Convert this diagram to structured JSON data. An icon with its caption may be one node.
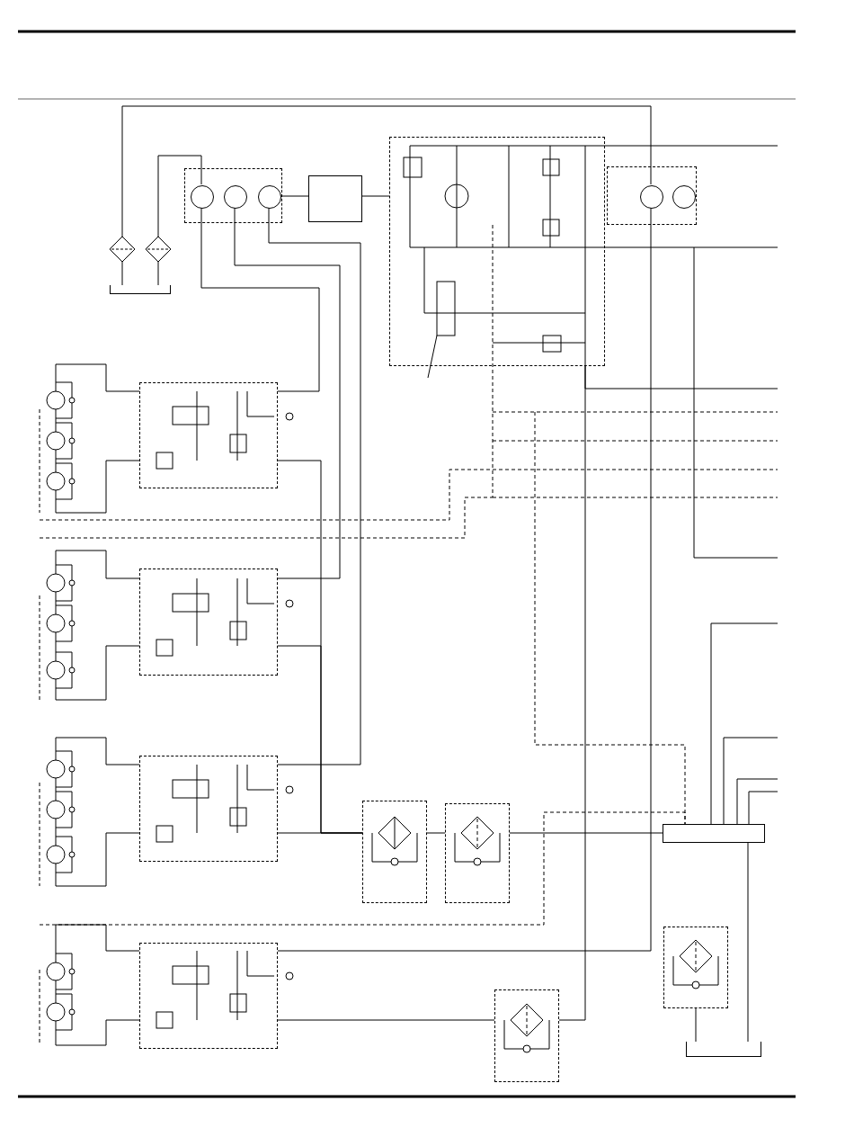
{
  "diagram": {
    "nodes": [
      {
        "text": [],
        "shape": "box"
      },
      {
        "text": [],
        "shape": "circle",
        "in": 0
      },
      {
        "text": [],
        "shape": "circle",
        "in": 0
      },
      {
        "text": [],
        "shape": "circle",
        "in": 0
      },
      {
        "text": [],
        "shape": "box"
      },
      {
        "text": [],
        "shape": "box"
      },
      {
        "text": [],
        "shape": "box"
      },
      {
        "text": [],
        "shape": "circle",
        "in": 6
      },
      {
        "text": [],
        "shape": "circle",
        "in": 6
      },
      {
        "text": [],
        "shape": "box"
      },
      {
        "text": [],
        "shape": "box"
      },
      {
        "text": [],
        "shape": "box"
      },
      {
        "text": [],
        "shape": "box"
      },
      {
        "text": [],
        "shape": "box"
      },
      {
        "text": [],
        "shape": "box"
      },
      {
        "text": [],
        "shape": "box"
      },
      {
        "text": [],
        "shape": "bar"
      },
      {
        "text": [],
        "shape": "box"
      },
      {
        "text": [],
        "shape": "diamond"
      },
      {
        "text": [],
        "shape": "diamond"
      },
      {
        "text": [],
        "shape": "box"
      },
      {
        "text": [],
        "shape": "box"
      }
    ],
    "edges": [
      {
        "from": 1,
        "to": 9,
        "arrow": "none"
      },
      {
        "from": 2,
        "to": 10,
        "arrow": "none"
      },
      {
        "from": 3,
        "to": 11,
        "arrow": "none"
      },
      {
        "from": 9,
        "to": 13,
        "arrow": "none"
      },
      {
        "from": 10,
        "to": 13,
        "arrow": "none"
      },
      {
        "from": 11,
        "to": 13,
        "arrow": "none"
      },
      {
        "from": 13,
        "to": 14,
        "arrow": "none"
      },
      {
        "from": 14,
        "to": 16,
        "arrow": "none"
      },
      {
        "from": 12,
        "to": 15,
        "arrow": "none"
      },
      {
        "from": 15,
        "to": 5,
        "arrow": "none"
      },
      {
        "from": 18,
        "to": 7,
        "arrow": "none"
      },
      {
        "from": 7,
        "to": 12,
        "arrow": "none"
      },
      {
        "from": 19,
        "to": 1,
        "arrow": "none"
      },
      {
        "from": 3,
        "to": 4,
        "arrow": "none"
      },
      {
        "from": 4,
        "to": 5,
        "arrow": "none"
      },
      {
        "from": 18,
        "to": 20,
        "arrow": "none"
      },
      {
        "from": 19,
        "to": 20,
        "arrow": "none"
      },
      {
        "from": 17,
        "to": 21,
        "arrow": "none"
      },
      {
        "from": 16,
        "to": 21,
        "arrow": "none"
      }
    ]
  }
}
